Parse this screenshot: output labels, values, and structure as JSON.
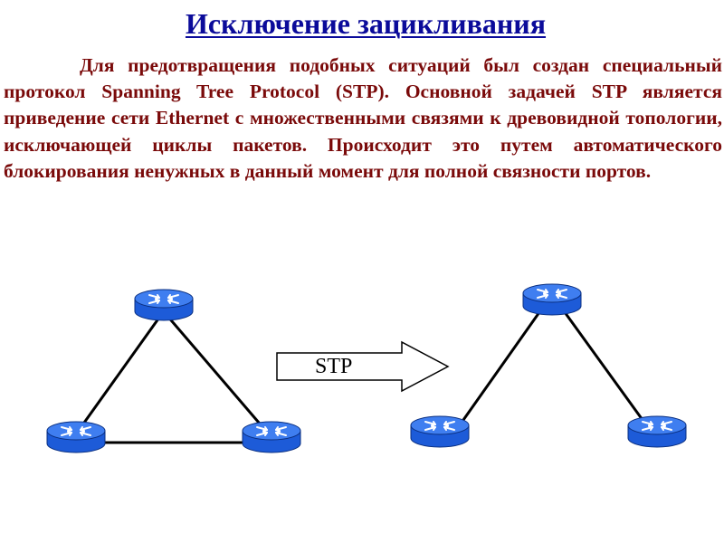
{
  "slide": {
    "title": "Исключение зацикливания",
    "paragraph": "Для предотвращения подобных ситуаций был создан специальный протокол Spanning Tree Protocol (STP). Основной задачей STP является приведение сети Ethernet с множественными связями к древовидной топологии, исключающей циклы пакетов. Происходит это путем автоматического блокирования ненужных в данный момент для полной связности портов."
  },
  "diagram": {
    "arrow_label": "STP",
    "colors": {
      "router_body": "#1d5bd8",
      "router_top": "#3f7ef0",
      "link": "#000000"
    },
    "icons": [
      "router-icon"
    ]
  }
}
